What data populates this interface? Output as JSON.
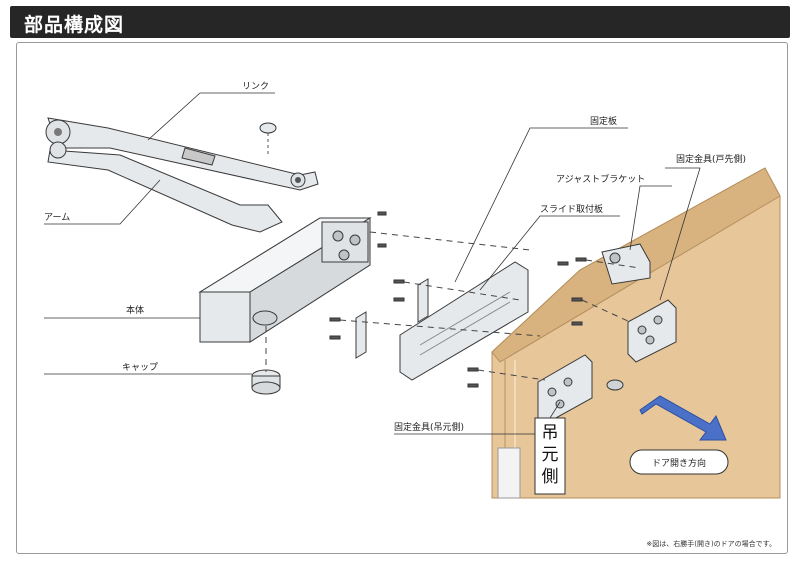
{
  "title": "部品構成図",
  "labels": {
    "link": "リンク",
    "arm": "アーム",
    "body": "本体",
    "cap": "キャップ",
    "fixed_plate": "固定板",
    "adjust_bracket": "アジャストブラケット",
    "bracket_door_side": "固定金具(戸先側)",
    "slide_plate": "スライド取付板",
    "bracket_hinge_side": "固定金具(吊元側)",
    "hinge_side_mark": "吊元側",
    "door_direction": "ドア開き方向"
  },
  "note": "※図は、右勝手(開き)のドアの場合です。",
  "colors": {
    "door": "#e7c69a",
    "door_edge": "#c9a471",
    "metal": "#e6e9ec",
    "outline": "#3a3a3a",
    "arrow": "#4a70c8"
  }
}
